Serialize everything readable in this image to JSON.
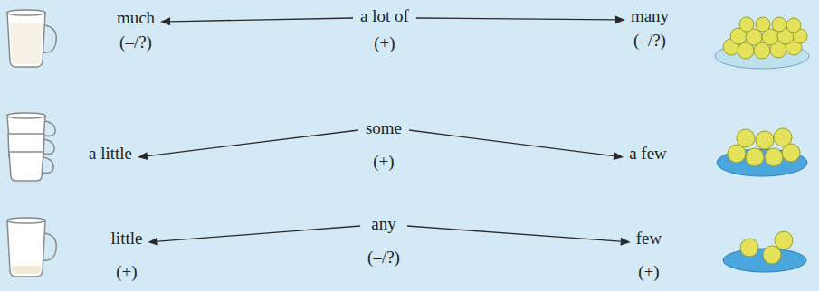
{
  "diagram": {
    "nodes": [
      {
        "text": [
          "much",
          "(–/?)"
        ]
      },
      {
        "text": [
          "a lot of",
          "(+)"
        ]
      },
      {
        "text": [
          "many",
          "(–/?)"
        ]
      },
      {
        "text": [
          "a little"
        ]
      },
      {
        "text": [
          "some",
          "(+)"
        ]
      },
      {
        "text": [
          "a few"
        ]
      },
      {
        "text": [
          "little",
          "(+)"
        ]
      },
      {
        "text": [
          "any",
          "(–/?)"
        ]
      },
      {
        "text": [
          "few",
          "(+)"
        ]
      }
    ],
    "edges": [
      {
        "from": 1,
        "to": 0,
        "arrow": "to"
      },
      {
        "from": 1,
        "to": 2,
        "arrow": "to"
      },
      {
        "from": 4,
        "to": 3,
        "arrow": "to"
      },
      {
        "from": 4,
        "to": 5,
        "arrow": "to"
      },
      {
        "from": 7,
        "to": 6,
        "arrow": "to"
      },
      {
        "from": 7,
        "to": 8,
        "arrow": "to"
      }
    ]
  }
}
